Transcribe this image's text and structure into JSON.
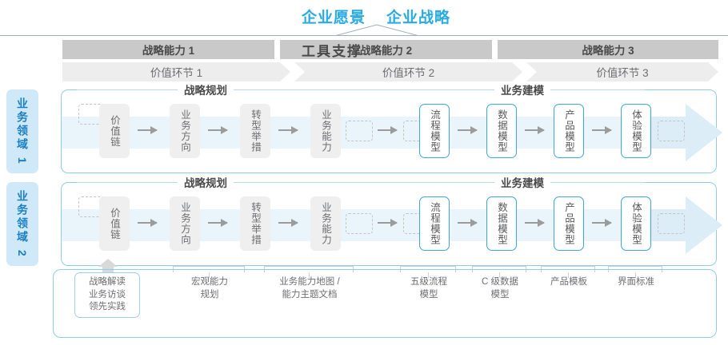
{
  "top": {
    "titles": [
      "企业愿景",
      "企业战略"
    ],
    "accent_color": "#29ABE2"
  },
  "capabilities": [
    {
      "label": "战略能力 1"
    },
    {
      "label": "战略能力 2"
    },
    {
      "label": "战略能力 3"
    }
  ],
  "value_links": [
    {
      "label": "价值环节 1"
    },
    {
      "label": "价值环节 2"
    },
    {
      "label": "价值环节 3"
    }
  ],
  "domains": [
    {
      "tab_label": "业务领域 1",
      "sections": [
        {
          "label": "战略规划"
        },
        {
          "label": "业务建模"
        }
      ],
      "steps": [
        {
          "label": "价值链",
          "style": "gray"
        },
        {
          "label": "业务方向",
          "style": "gray"
        },
        {
          "label": "转型举措",
          "style": "gray"
        },
        {
          "label": "业务能力",
          "style": "gray"
        },
        {
          "label": "流程模型",
          "style": "blue"
        },
        {
          "label": "数据模型",
          "style": "blue"
        },
        {
          "label": "产品模型",
          "style": "blue"
        },
        {
          "label": "体验模型",
          "style": "blue"
        }
      ]
    },
    {
      "tab_label": "业务领域 2",
      "sections": [
        {
          "label": "战略规划"
        },
        {
          "label": "业务建模"
        }
      ],
      "steps": [
        {
          "label": "价值链",
          "style": "gray"
        },
        {
          "label": "业务方向",
          "style": "gray"
        },
        {
          "label": "转型举措",
          "style": "gray"
        },
        {
          "label": "业务能力",
          "style": "gray"
        },
        {
          "label": "流程模型",
          "style": "blue"
        },
        {
          "label": "数据模型",
          "style": "blue"
        },
        {
          "label": "产品模型",
          "style": "blue"
        },
        {
          "label": "体验模型",
          "style": "blue"
        }
      ]
    }
  ],
  "tools": {
    "title": "工具支撑",
    "tag": "战略解读\n业务访谈\n领先实践",
    "labels": [
      "宏观能力\n规划",
      "业务能力地图 /\n能力主题文档",
      "五级流程\n模型",
      "C 级数据\n模型",
      "产品模板",
      "界面标准"
    ]
  },
  "colors": {
    "accent": "#29ABE2",
    "card_border": "#8ecdea",
    "band": "#e9f4fb",
    "band_dark": "#dcedf8",
    "cap_bar": "#c9c9c9",
    "vl_bar": "#ededed",
    "step_gray": "#efefef",
    "step_blue_border": "#3aa6dd",
    "tab_bg": "#cfe9f8",
    "tab_text": "#1b7fc4"
  }
}
